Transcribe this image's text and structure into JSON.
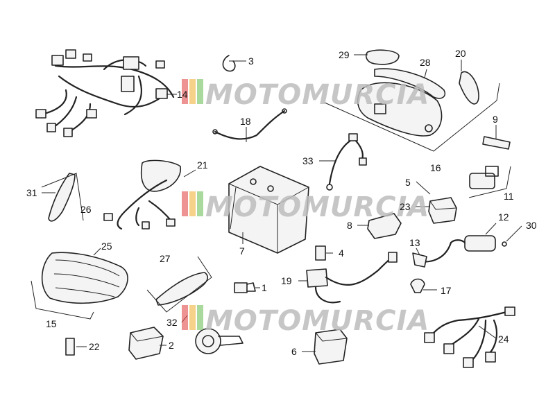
{
  "watermark": {
    "text": "MOTOMURCIA",
    "stripe_colors": [
      "#e34b4b",
      "#f0b23c",
      "#6fbf5a"
    ]
  },
  "callouts": {
    "n1": "1",
    "n2": "2",
    "n3": "3",
    "n4": "4",
    "n5": "5",
    "n6": "6",
    "n7": "7",
    "n8": "8",
    "n9": "9",
    "n11": "11",
    "n12": "12",
    "n13": "13",
    "n14": "14",
    "n15": "15",
    "n16": "16",
    "n17": "17",
    "n18": "18",
    "n19": "19",
    "n20": "20",
    "n21": "21",
    "n22": "22",
    "n23": "23",
    "n24": "24",
    "n25": "25",
    "n26": "26",
    "n27": "27",
    "n28": "28",
    "n29": "29",
    "n30": "30",
    "n31": "31",
    "n32": "32",
    "n33": "33"
  }
}
